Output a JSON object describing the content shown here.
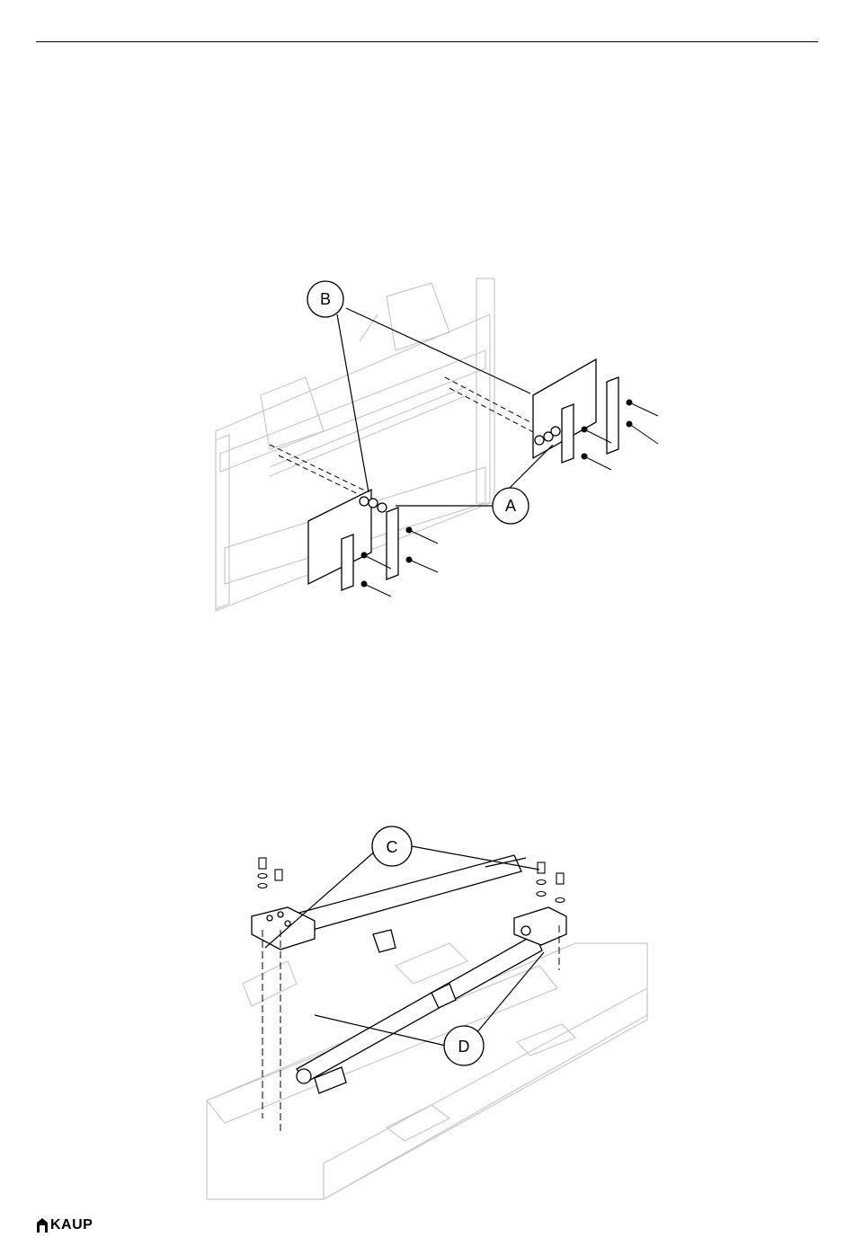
{
  "figure_top": {
    "callouts": [
      {
        "id": "callout-b",
        "letter": "B"
      },
      {
        "id": "callout-a",
        "letter": "A"
      }
    ]
  },
  "figure_bottom": {
    "callouts": [
      {
        "id": "callout-c",
        "letter": "C"
      },
      {
        "id": "callout-d",
        "letter": "D"
      }
    ]
  },
  "footer": {
    "logo_text": "KAUP"
  }
}
